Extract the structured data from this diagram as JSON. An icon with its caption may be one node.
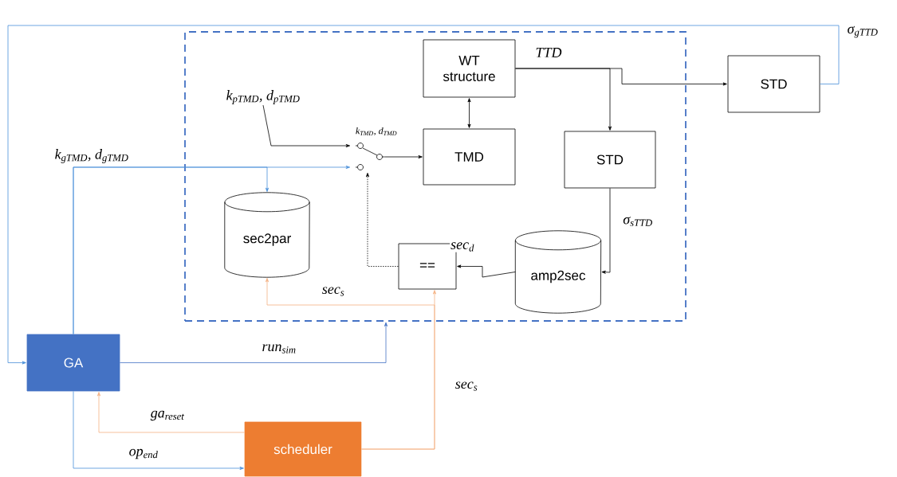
{
  "diagram": {
    "nodes": [
      {
        "text": [],
        "shape": "box"
      },
      {
        "text": [
          "WT structure"
        ],
        "in": 0
      },
      {
        "text": [
          "TMD"
        ],
        "in": 0
      },
      {
        "text": [
          "STD"
        ],
        "in": 0
      },
      {
        "text": [],
        "shape": "switch",
        "in": 0,
        "beside": [
          "k$_{TMD}$, d$_{TMD}$"
        ]
      },
      {
        "text": [
          "sec2par"
        ],
        "in": 0
      },
      {
        "text": [
          "=="
        ],
        "in": 0
      },
      {
        "text": [
          "amp2sec"
        ],
        "in": 0
      },
      {
        "text": [
          "STD"
        ]
      },
      {
        "text": [
          "GA"
        ]
      },
      {
        "text": [
          "scheduler"
        ]
      },
      {
        "text": [
          "k$_{pTMD}$, d$_{pTMD}$"
        ],
        "in": 0
      }
    ],
    "edges": [
      {
        "from": 1,
        "to": 2,
        "arrow": "both"
      },
      {
        "from": 1,
        "to": 8,
        "arrow": "to",
        "label": "TTD"
      },
      {
        "from": 1,
        "to": 3,
        "arrow": "to"
      },
      {
        "from": 8,
        "to": 9,
        "arrow": "to",
        "label": "σ$_{gTTD}$",
        "color": "#4a8fd9"
      },
      {
        "from": 3,
        "to": 7,
        "arrow": "to",
        "label": "σ$_{sTTD}$"
      },
      {
        "from": 7,
        "to": 6,
        "arrow": "to",
        "label": "sec$_{d}$"
      },
      {
        "from": 6,
        "to": 4,
        "arrow": "to",
        "style": "dashed"
      },
      {
        "from": 11,
        "to": 4,
        "arrow": "to"
      },
      {
        "from": 4,
        "to": 2,
        "arrow": "to"
      },
      {
        "from": 9,
        "to": 4,
        "arrow": "to",
        "label": "k$_{gTMD}$, d$_{gTMD}$",
        "color": "#4a8fd9"
      },
      {
        "from": 9,
        "to": 5,
        "arrow": "to",
        "color": "#4a8fd9"
      },
      {
        "from": 9,
        "to": 0,
        "arrow": "to",
        "label": "run$_{sim}$",
        "color": "#4472c4"
      },
      {
        "from": 10,
        "to": 9,
        "arrow": "to",
        "label": "ga$_{reset}$",
        "color": "#f4b183"
      },
      {
        "from": 9,
        "to": 10,
        "arrow": "to",
        "label": "op$_{end}$",
        "color": "#4a8fd9"
      },
      {
        "from": 10,
        "to": 6,
        "arrow": "to",
        "label": "sec$_{s}$",
        "color": "#f4b183"
      },
      {
        "from": 10,
        "to": 5,
        "arrow": "to",
        "label": "sec$_{s}$",
        "color": "#f4b183"
      }
    ]
  }
}
